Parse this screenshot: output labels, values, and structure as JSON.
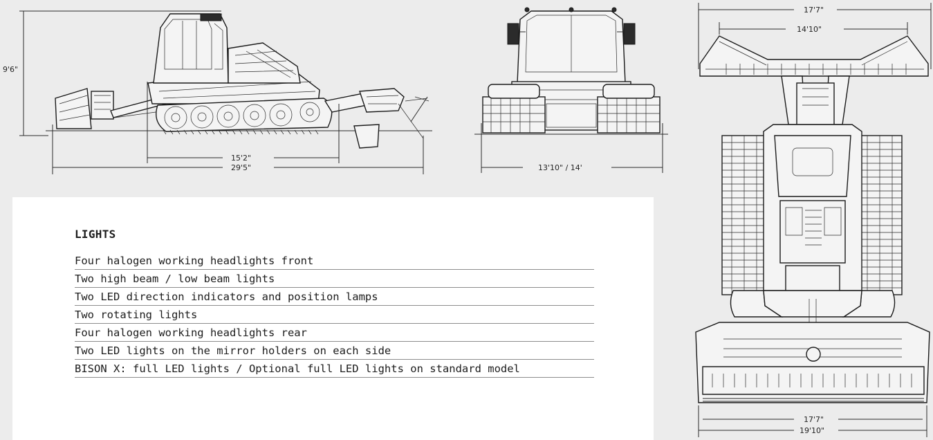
{
  "side_view": {
    "height_label": "9'6\"",
    "track_length_label": "15'2\"",
    "overall_length_label": "29'5\""
  },
  "front_view": {
    "width_label": "13'10\" / 14'"
  },
  "top_view": {
    "blade_width_outer_label": "17'7\"",
    "blade_width_inner_label": "14'10\"",
    "tiller_width_inner_label": "17'7\"",
    "tiller_width_outer_label": "19'10\""
  },
  "lights": {
    "title": "LIGHTS",
    "items": [
      "Four halogen working headlights front",
      "Two high beam / low beam lights",
      "Two LED direction indicators and position lamps",
      "Two rotating lights",
      "Four halogen working headlights rear",
      "Two LED lights on the mirror holders on each side",
      "BISON X: full LED lights / Optional full LED lights on standard model"
    ]
  }
}
